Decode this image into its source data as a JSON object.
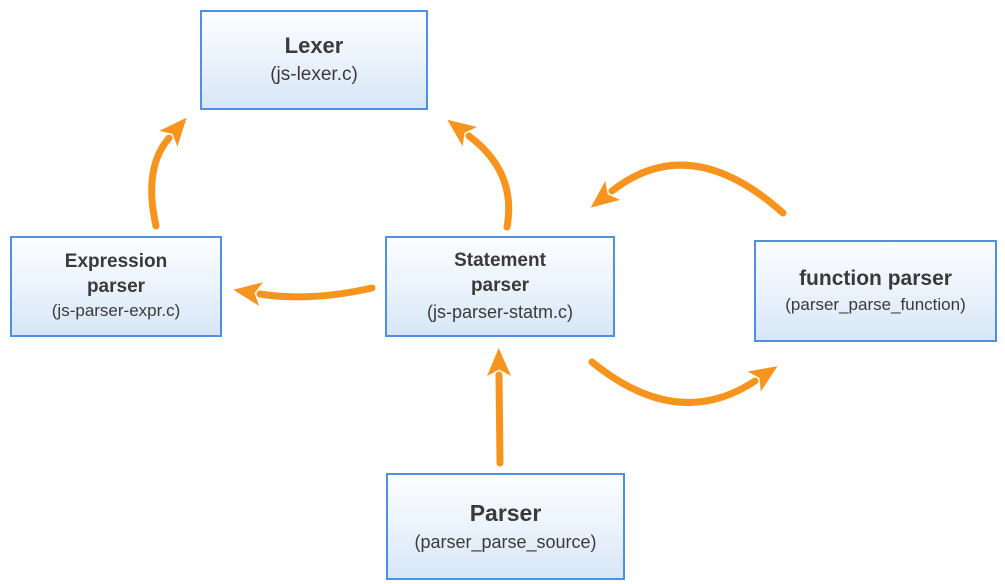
{
  "diagram": {
    "description": "Parser module call-flow diagram",
    "colors": {
      "arrow": "#F7941E",
      "box_border": "#4E90E2",
      "box_fill_top": "#FCFDFF",
      "box_fill_bottom": "#D7E6F7",
      "text": "#3A3A3A",
      "background": "#FFFFFF"
    },
    "nodes": {
      "lexer": {
        "title": "Lexer",
        "subtitle": "(js-lexer.c)"
      },
      "expression_parser": {
        "title": "Expression\nparser",
        "subtitle": "(js-parser-expr.c)"
      },
      "statement_parser": {
        "title": "Statement\nparser",
        "subtitle": "(js-parser-statm.c)"
      },
      "function_parser": {
        "title": "function parser",
        "subtitle": "(parser_parse_function)"
      },
      "parser": {
        "title": "Parser",
        "subtitle": "(parser_parse_source)"
      }
    },
    "edges": [
      {
        "from": "expression_parser",
        "to": "lexer",
        "style": "curved"
      },
      {
        "from": "statement_parser",
        "to": "lexer",
        "style": "curved"
      },
      {
        "from": "statement_parser",
        "to": "expression_parser",
        "style": "curved"
      },
      {
        "from": "function_parser",
        "to": "statement_parser",
        "style": "arc-over"
      },
      {
        "from": "statement_parser",
        "to": "function_parser",
        "style": "arc-under"
      },
      {
        "from": "parser",
        "to": "statement_parser",
        "style": "straight"
      }
    ]
  }
}
